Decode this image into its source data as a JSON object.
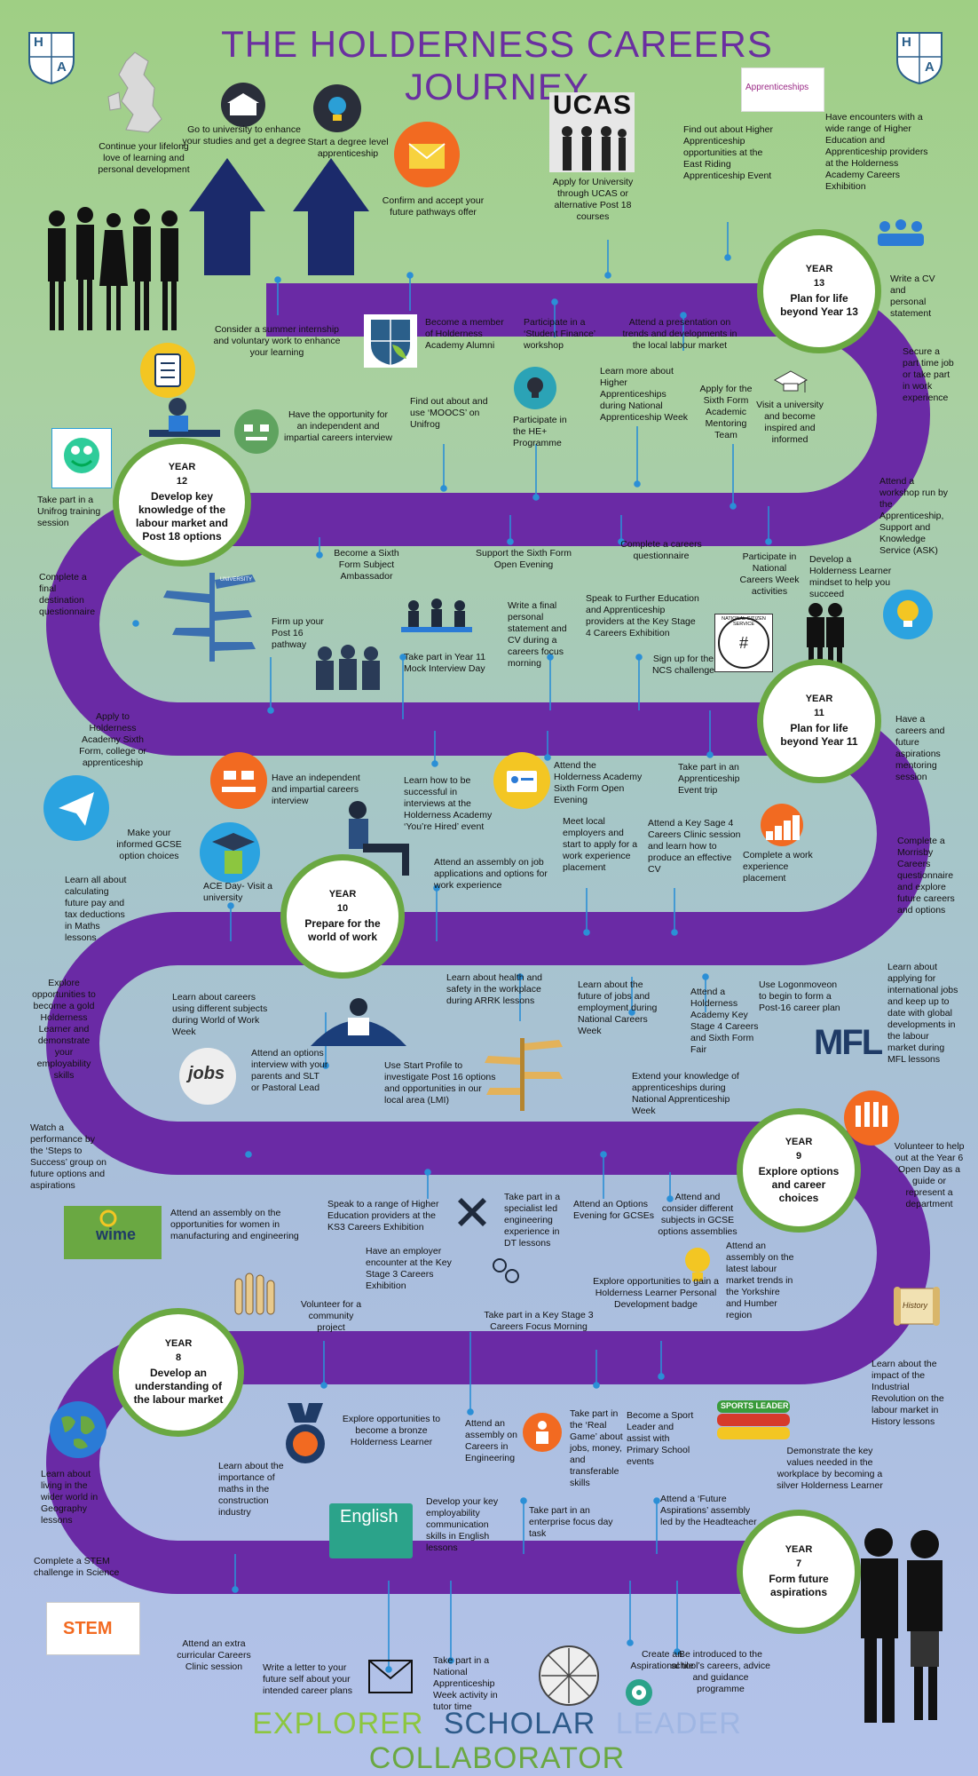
{
  "title": "THE HOLDERNESS CAREERS JOURNEY",
  "logo": {
    "left": "H",
    "right": "A"
  },
  "footer": {
    "w1": "EXPLORER",
    "w2": "SCHOLAR",
    "w3": "LEADER",
    "w4": "COLLABORATOR"
  },
  "colors": {
    "road": "#6a2aa5",
    "circle": "#6aa842",
    "title": "#6a2fa0",
    "explorer": "#8cc63f",
    "scholar": "#2e5b8a",
    "leader": "#9fb6e3",
    "collaborator": "#6aa842"
  },
  "years": [
    {
      "label": "YEAR",
      "num": "13",
      "desc": "Plan for life beyond Year 13"
    },
    {
      "label": "YEAR",
      "num": "12",
      "desc": "Develop key knowledge of the labour market and Post 18 options"
    },
    {
      "label": "YEAR",
      "num": "11",
      "desc": "Plan for life beyond Year 11"
    },
    {
      "label": "YEAR",
      "num": "10",
      "desc": "Prepare for the world of work"
    },
    {
      "label": "YEAR",
      "num": "9",
      "desc": "Explore options and career choices"
    },
    {
      "label": "YEAR",
      "num": "8",
      "desc": "Develop an understanding of the labour market"
    },
    {
      "label": "YEAR",
      "num": "7",
      "desc": "Form future aspirations"
    }
  ],
  "icons": {
    "ucas": "UCAS",
    "apprenticeships": "Apprenticeships",
    "ncs": "NATIONAL CITIZEN SERVICE",
    "wime": "wime",
    "stem": "STEM",
    "english": "English",
    "history": "History",
    "mfl": "MFL",
    "jobs": "jobs",
    "sports": "SPORTS LEADER",
    "signpost": "UNIVERSITY"
  },
  "labels": {
    "a1": "Continue your lifelong love of learning and personal development",
    "a2": "Go to university to enhance your studies and get a degree",
    "a3": "Start a degree level apprenticeship",
    "a4": "Confirm and accept your future pathways offer",
    "a5": "Apply for University through UCAS or alternative Post 18 courses",
    "a6": "Find out about Higher Apprenticeship opportunities at the East Riding Apprenticeship Event",
    "a7": "Have encounters with a wide range of Higher Education and Apprenticeship providers at the Holderness Academy Careers Exhibition",
    "a8": "Write a CV and personal statement",
    "b1": "Consider a summer internship and voluntary work to enhance your learning",
    "b2": "Become a member of Holderness Academy Alumni",
    "b3": "Participate in a ‘Student Finance’ workshop",
    "b4": "Attend a presentation on trends and developments in the local labour market",
    "b5": "Secure a part time job or take part in work experience",
    "c1": "Have the opportunity for an independent and impartial careers interview",
    "c2": "Find out about and use ‘MOOCS’ on Unifrog",
    "c3": "Participate in the HE+ Programme",
    "c4": "Learn more about Higher Apprenticeships during National Apprenticeship Week",
    "c5": "Apply for the Sixth Form Academic Mentoring Team",
    "c6": "Visit a university and become inspired and informed",
    "c7": "Attend a workshop run by the Apprenticeship, Support and Knowledge Service (ASK)",
    "c8": "Take part in a Unifrog training session",
    "d1": "Become a Sixth Form Subject Ambassador",
    "d2": "Support the Sixth Form Open Evening",
    "d3": "Complete a careers questionnaire",
    "d4": "Participate in National Careers Week activities",
    "d5": "Develop a Holderness Learner mindset to help you succeed",
    "d6": "Complete a final destination questionnaire",
    "e1": "Firm up your Post 16 pathway",
    "e2": "Take part in Year 11 Mock Interview Day",
    "e3": "Write a final personal statement and CV during a careers focus morning",
    "e4": "Speak to Further Education and Apprenticeship providers at the Key Stage 4 Careers Exhibition",
    "e5": "Sign up for the NCS challenge",
    "e6": "Apply to Holderness Academy Sixth Form, college or apprenticeship",
    "e7": "Have a careers and future aspirations mentoring session",
    "f1": "Have an independent and impartial careers interview",
    "f2": "Learn how to be successful in interviews at the Holderness Academy ‘You’re Hired’ event",
    "f3": "Attend the Holderness Academy Sixth Form Open Evening",
    "f4": "Take part in an Apprenticeship Event trip",
    "g1": "Make your informed GCSE option choices",
    "g2": "ACE Day- Visit a university",
    "g3": "Attend an assembly on job applications and options for work experience",
    "g4": "Meet local employers and start to apply for a work experience placement",
    "g5": "Attend a Key Sage 4 Careers Clinic session and learn how to produce an effective CV",
    "g6": "Complete a work experience placement",
    "g7": "Complete a Morrisby Careers questionnaire and explore future careers and options",
    "g8": "Learn all about calculating future pay and tax deductions in Maths lessons",
    "h1": "Learn about health and safety in the workplace during ARRK lessons",
    "h2": "Learn about the future of jobs and employment during National Careers Week",
    "h3": "Attend a Holderness Academy Key Stage 4 Careers and Sixth Form Fair",
    "h4": "Use Logonmoveon to begin to form a Post-16 career plan",
    "h5": "Learn about applying for international jobs and keep up to date with global developments in the labour market during MFL lessons",
    "h6": "Explore opportunities to become a gold Holderness Learner and demonstrate your employability skills",
    "h7": "Learn about careers using different subjects during World of Work Week",
    "i1": "Attend an options interview with your parents and SLT or Pastoral Lead",
    "i2": "Use Start Profile to investigate Post 16 options and opportunities in our local area (LMI)",
    "i3": "Extend your knowledge of apprenticeships during National Apprenticeship Week",
    "i4": "Watch a performance by the ‘Steps to Success’ group on future options and aspirations",
    "i5": "Volunteer to help out at the Year 6 Open Day as a guide or represent a department",
    "j1": "Attend an assembly on the opportunities for women in manufacturing and engineering",
    "j2": "Speak to a range of Higher Education providers at the KS3 Careers Exhibition",
    "j3": "Take part in a specialist led engineering experience in DT lessons",
    "j4": "Attend an Options Evening for GCSEs",
    "j5": "Attend and consider different subjects in GCSE options assemblies",
    "k1": "Have an employer encounter at the Key Stage 3 Careers Exhibition",
    "k2": "Explore opportunities to gain a Holderness Learner Personal Development badge",
    "k3": "Attend an assembly on the latest labour market trends in the Yorkshire and Humber region",
    "k4": "Volunteer for a community project",
    "k5": "Take part in a Key Stage 3 Careers Focus Morning",
    "l1": "Explore opportunities to become a bronze Holderness Learner",
    "l2": "Attend an assembly on Careers in Engineering",
    "l3": "Take part in the ‘Real Game’ about jobs, money, and transferable skills",
    "l4": "Become a Sport Leader and assist with Primary School events",
    "l5": "Demonstrate the key values needed in the workplace by becoming a silver Holderness Learner",
    "l6": "Learn about the impact of the Industrial Revolution on the labour market in History lessons",
    "m1": "Learn about living in the wider world in Geography lessons",
    "m2": "Learn about the importance of maths in the construction industry",
    "m3": "Develop your key employability communication skills in English lessons",
    "m4": "Take part in an enterprise focus day task",
    "m5": "Attend a ‘Future Aspirations’ assembly led by the Headteacher",
    "m6": "Complete a STEM challenge in Science",
    "n1": "Attend an extra curricular Careers Clinic session",
    "n2": "Write a letter to your future self about your intended career plans",
    "n3": "Take part in a National Apprenticeship Week activity in tutor time",
    "n4": "Create an Aspirational tile",
    "n5": "Be introduced to the school’s careers, advice and guidance programme"
  }
}
